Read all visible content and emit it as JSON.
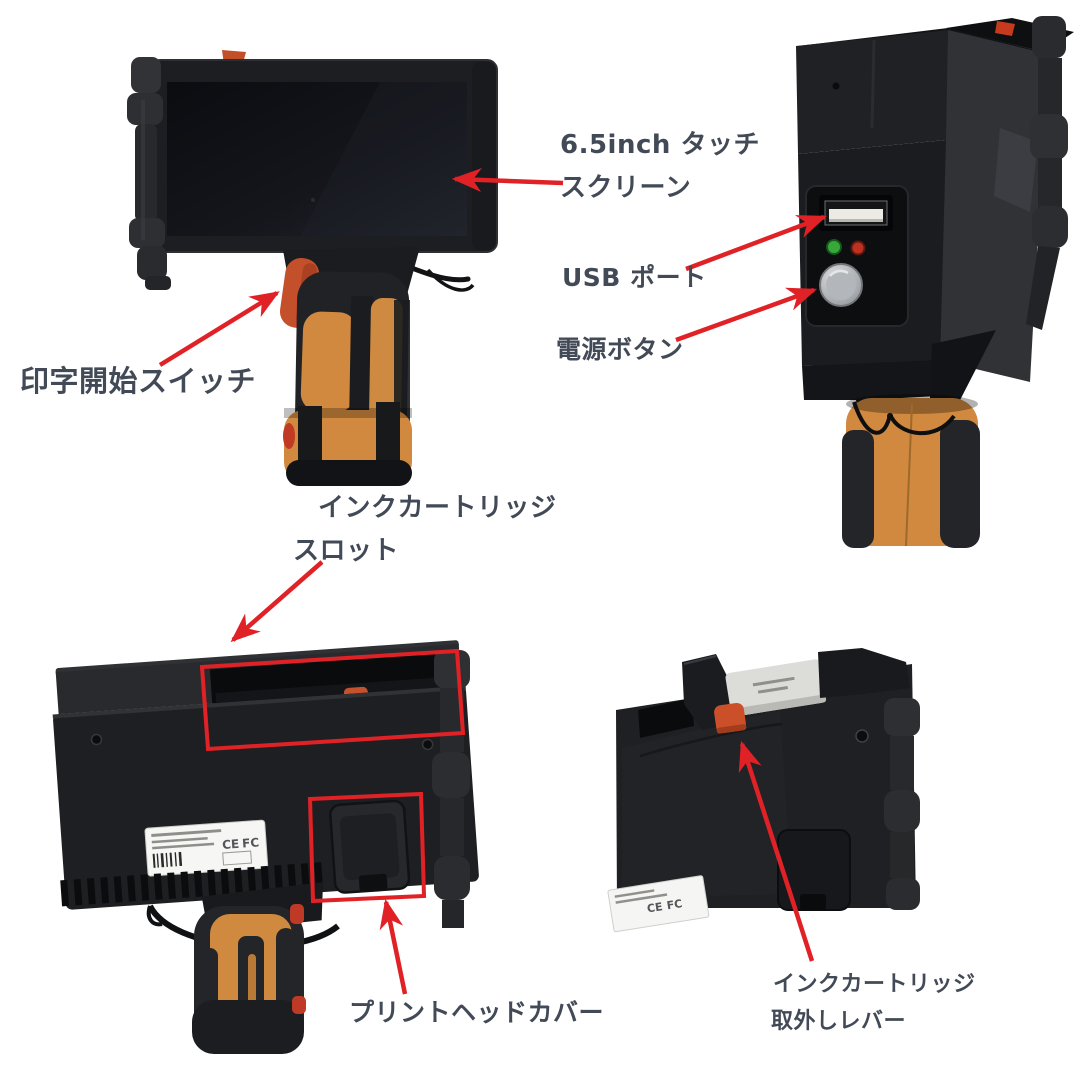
{
  "annotations": {
    "touchscreen": {
      "line1": "6.5inch タッチ",
      "line2": "スクリーン"
    },
    "usb_port": {
      "text": "USB ポート"
    },
    "power_button": {
      "text": "電源ボタン"
    },
    "print_start_switch": {
      "text": "印字開始スイッチ"
    },
    "ink_cartridge_slot": {
      "line1": "インクカートリッジ",
      "line2": "スロット"
    },
    "print_head_cover": {
      "text": "プリントヘッドカバー"
    },
    "ink_cartridge_release_lever": {
      "line1": "インクカートリッジ",
      "line2": "取外しレバー"
    }
  },
  "certification_marks": {
    "ce": "CE",
    "fc": "FC"
  },
  "colors": {
    "arrow_red": "#e02227",
    "highlight_box_red": "#e02227",
    "label_text": "#434a57",
    "body_black": "#1d1e21",
    "grip_orange": "#d0893f",
    "trigger_orange": "#c4502b",
    "power_button_silver": "#b9bcbf",
    "led_green": "#39a83a",
    "led_red": "#bc3120",
    "cartridge_white": "#dcddd9"
  }
}
